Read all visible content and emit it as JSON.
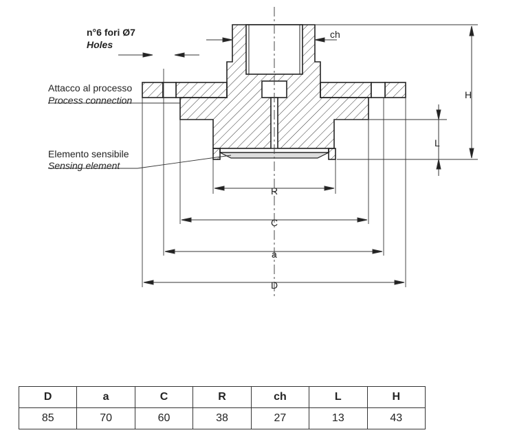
{
  "labels": {
    "holes_it": "n°6 fori Ø7",
    "holes_en": "Holes",
    "process_it": "Attacco al processo",
    "process_en": "Process connection",
    "sensing_it": "Elemento sensibile",
    "sensing_en": "Sensing element"
  },
  "dims": {
    "ch": "ch",
    "H": "H",
    "L": "L",
    "R": "R",
    "C": "C",
    "a": "a",
    "D": "D"
  },
  "table": {
    "headers": [
      "D",
      "a",
      "C",
      "R",
      "ch",
      "L",
      "H"
    ],
    "values": [
      "85",
      "70",
      "60",
      "38",
      "27",
      "13",
      "43"
    ]
  }
}
